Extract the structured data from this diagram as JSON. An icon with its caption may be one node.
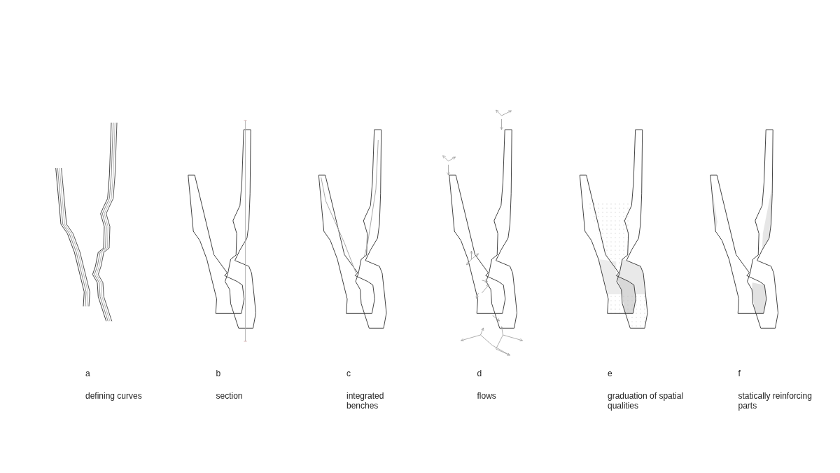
{
  "diagram": {
    "labels": [
      "a",
      "defining curves",
      "b",
      "section",
      "c",
      "integrated benches",
      "d",
      "flows",
      "e",
      "graduation of spatial qualities",
      "f",
      "statically reinforcing parts"
    ]
  }
}
